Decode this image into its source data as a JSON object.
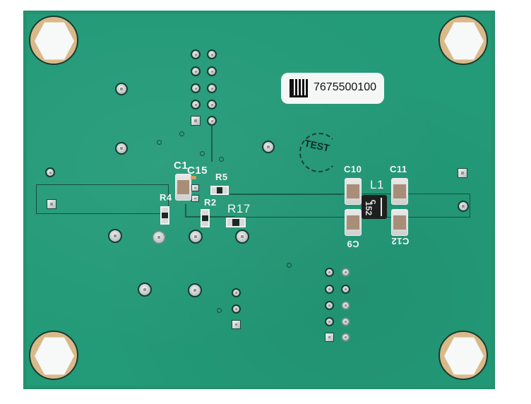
{
  "image": {
    "description": "Bottom side of a green PCB evaluation board with four hexagonal standoffs, header pin rows, SMD components and a serial-number sticker",
    "board_color": "#239a78",
    "silkscreen_color": "#f4f6f5"
  },
  "sticker": {
    "serial_number": "7675500100",
    "barcode_type": "data-matrix"
  },
  "stamp": {
    "text": "TEST"
  },
  "components": {
    "capacitors": [
      "C1",
      "C15",
      "C10",
      "C11",
      "C9",
      "C12"
    ],
    "resistors": [
      "R4",
      "R5",
      "R2",
      "R17"
    ],
    "inductor": {
      "ref": "L1",
      "marking_line1": "c",
      "marking_line2": "152"
    }
  },
  "silk_labels": {
    "c1": "C1",
    "c15": "C15",
    "r5": "R5",
    "r4": "R4",
    "r2": "R2",
    "r17": "R17",
    "c10": "C10",
    "c11": "C11",
    "l1": "L1",
    "c9": "C9",
    "c12": "C12"
  },
  "headers": {
    "top_header": {
      "rows": 5,
      "cols": 2
    },
    "bottom_right_header": {
      "rows": 5,
      "cols": 2
    },
    "bottom_center_header": {
      "rows": 3,
      "cols": 1
    }
  }
}
